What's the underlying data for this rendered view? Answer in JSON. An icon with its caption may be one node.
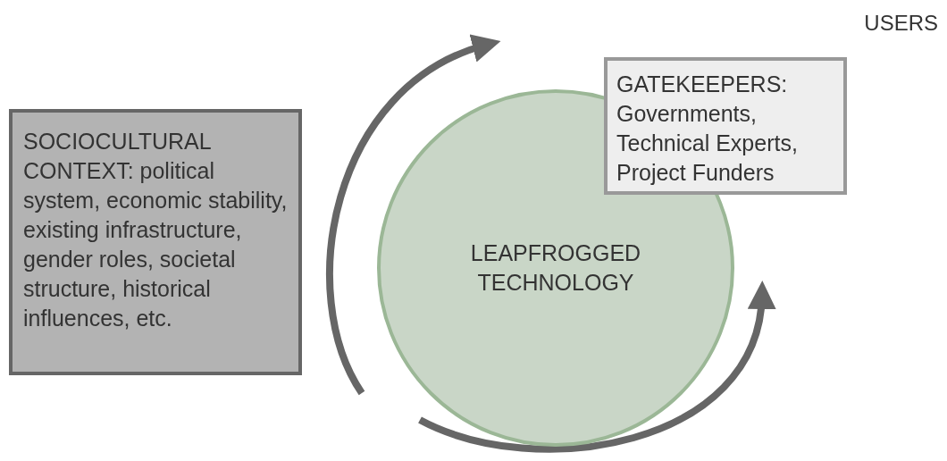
{
  "diagram": {
    "nodes": [
      {
        "text": [
          "SOCIOCULTURAL CONTEXT: political system, economic stability, existing infrastructure, gender roles, societal structure, historical influences, etc."
        ]
      },
      {
        "text": [
          "LEAPFROGGED TECHNOLOGY"
        ]
      },
      {
        "text": [
          "GATEKEEPERS: Governments, Technical Experts, Project Funders"
        ]
      }
    ],
    "edges": [],
    "labels": [
      "USERS"
    ]
  }
}
